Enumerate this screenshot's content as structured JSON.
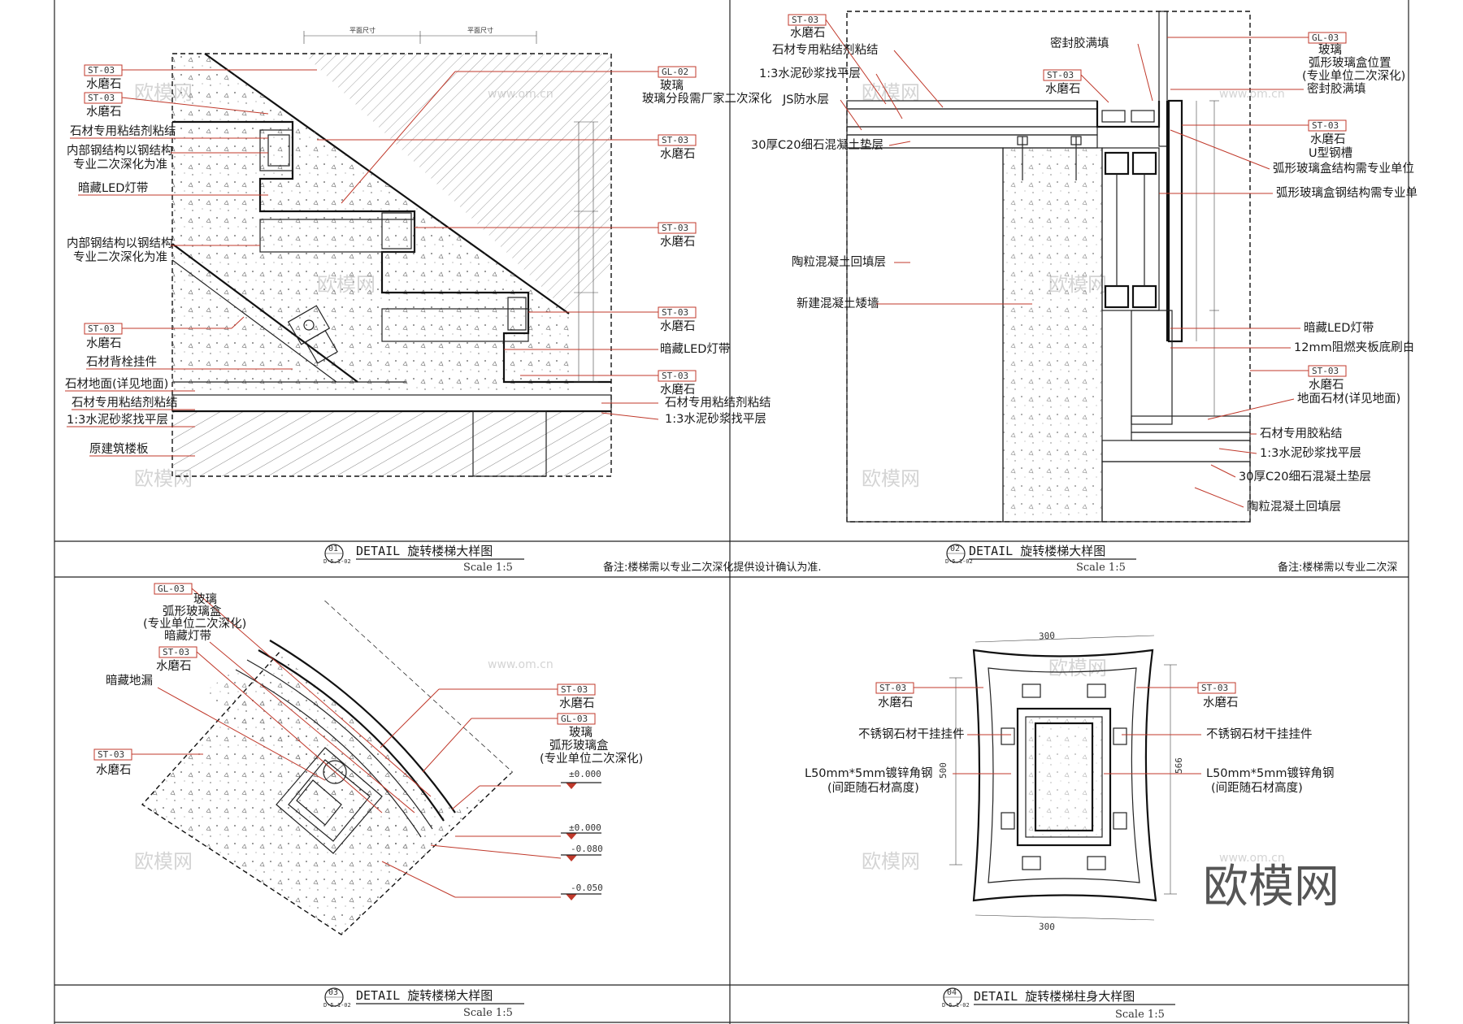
{
  "watermarks": {
    "brand": "欧模网",
    "site": "www.om.cn"
  },
  "logo_text": "欧模网",
  "panels": [
    {
      "number": "01",
      "sheet_ref": "D-5.1-02",
      "title": "DETAIL 旋转楼梯大样图",
      "scale": "Scale 1:5",
      "note": "备注:楼梯需以专业二次深化提供设计确认为准.",
      "dim_top": [
        "平面尺寸",
        "平面尺寸"
      ],
      "labels_left": [
        {
          "code": "ST-03",
          "text": "水磨石"
        },
        {
          "code": "ST-03",
          "text": "水磨石"
        },
        {
          "code": "",
          "text": "石材专用粘结剂粘结"
        },
        {
          "code": "",
          "text": "内部钢结构以钢结构"
        },
        {
          "code": "",
          "text": "专业二次深化为准"
        },
        {
          "code": "",
          "text": "暗藏LED灯带"
        },
        {
          "code": "",
          "text": "内部钢结构以钢结构"
        },
        {
          "code": "",
          "text": "专业二次深化为准"
        },
        {
          "code": "ST-03",
          "text": "水磨石"
        },
        {
          "code": "",
          "text": "石材背栓挂件"
        },
        {
          "code": "",
          "text": "石材地面(详见地面)"
        },
        {
          "code": "",
          "text": "石材专用粘结剂粘结"
        },
        {
          "code": "",
          "text": "1:3水泥砂浆找平层"
        },
        {
          "code": "",
          "text": "原建筑楼板"
        }
      ],
      "labels_right": [
        {
          "code": "GL-02",
          "text": "玻璃"
        },
        {
          "code": "",
          "text": "玻璃分段需厂家二次深化"
        },
        {
          "code": "ST-03",
          "text": "水磨石"
        },
        {
          "code": "ST-03",
          "text": "水磨石"
        },
        {
          "code": "ST-03",
          "text": "水磨石"
        },
        {
          "code": "",
          "text": "暗藏LED灯带"
        },
        {
          "code": "ST-03",
          "text": "水磨石"
        },
        {
          "code": "",
          "text": "石材专用粘结剂粘结"
        },
        {
          "code": "",
          "text": "1:3水泥砂浆找平层"
        }
      ]
    },
    {
      "number": "02",
      "sheet_ref": "D-5.1-02",
      "title": "DETAIL 旋转楼梯大样图",
      "scale": "Scale 1:5",
      "note": "备注:楼梯需以专业二次深",
      "labels_left": [
        {
          "code": "ST-03",
          "text": "水磨石"
        },
        {
          "code": "",
          "text": "石材专用粘结剂粘结"
        },
        {
          "code": "",
          "text": "1:3水泥砂浆找平层"
        },
        {
          "code": "",
          "text": "JS防水层"
        },
        {
          "code": "",
          "text": "30厚C20细石混凝土垫层"
        },
        {
          "code": "",
          "text": "陶粒混凝土回填层"
        },
        {
          "code": "",
          "text": "新建混凝土矮墙"
        }
      ],
      "labels_mid": [
        {
          "code": "",
          "text": "密封胶满填"
        },
        {
          "code": "ST-03",
          "text": "水磨石"
        }
      ],
      "labels_right": [
        {
          "code": "GL-03",
          "text": "玻璃"
        },
        {
          "code": "",
          "text": "弧形玻璃盒位置"
        },
        {
          "code": "",
          "text": "(专业单位二次深化)"
        },
        {
          "code": "",
          "text": "密封胶满填"
        },
        {
          "code": "ST-03",
          "text": "水磨石"
        },
        {
          "code": "",
          "text": "U型钢槽"
        },
        {
          "code": "",
          "text": "弧形玻璃盒结构需专业单位"
        },
        {
          "code": "",
          "text": "弧形玻璃盒钢结构需专业单"
        },
        {
          "code": "",
          "text": "暗藏LED灯带"
        },
        {
          "code": "",
          "text": "12mm阻燃夹板底刷白"
        },
        {
          "code": "ST-03",
          "text": "水磨石"
        },
        {
          "code": "",
          "text": "地面石材(详见地面)"
        },
        {
          "code": "",
          "text": "石材专用胶粘结"
        },
        {
          "code": "",
          "text": "1:3水泥砂浆找平层"
        },
        {
          "code": "",
          "text": "30厚C20细石混凝土垫层"
        },
        {
          "code": "",
          "text": "陶粒混凝土回填层"
        }
      ]
    },
    {
      "number": "03",
      "sheet_ref": "D-5.1-02",
      "title": "DETAIL 旋转楼梯大样图",
      "scale": "Scale 1:5",
      "labels_left": [
        {
          "code": "GL-03",
          "text": "玻璃"
        },
        {
          "code": "",
          "text": "弧形玻璃盒"
        },
        {
          "code": "",
          "text": "(专业单位二次深化)"
        },
        {
          "code": "",
          "text": "暗藏灯带"
        },
        {
          "code": "ST-03",
          "text": "水磨石"
        },
        {
          "code": "",
          "text": "暗藏地漏"
        },
        {
          "code": "ST-03",
          "text": "水磨石"
        }
      ],
      "labels_right": [
        {
          "code": "ST-03",
          "text": "水磨石"
        },
        {
          "code": "GL-03",
          "text": "玻璃"
        },
        {
          "code": "",
          "text": "弧形玻璃盒"
        },
        {
          "code": "",
          "text": "(专业单位二次深化)"
        }
      ],
      "levels": [
        "±0.000",
        "±0.000",
        "-0.080",
        "-0.050"
      ]
    },
    {
      "number": "04",
      "sheet_ref": "D-5.1-02",
      "title": "DETAIL 旋转楼梯柱身大样图",
      "scale": "Scale 1:5",
      "dims": {
        "top": "300",
        "bottom": "300",
        "left": "500",
        "right": "566"
      },
      "labels_left": [
        {
          "code": "ST-03",
          "text": "水磨石"
        },
        {
          "code": "",
          "text": "不锈钢石材干挂挂件"
        },
        {
          "code": "",
          "text": "L50mm*5mm镀锌角钢"
        },
        {
          "code": "",
          "text": "(间距随石材高度)"
        }
      ],
      "labels_right": [
        {
          "code": "ST-03",
          "text": "水磨石"
        },
        {
          "code": "",
          "text": "不锈钢石材干挂挂件"
        },
        {
          "code": "",
          "text": "L50mm*5mm镀锌角钢"
        },
        {
          "code": "",
          "text": "(间距随石材高度)"
        }
      ]
    }
  ],
  "colors": {
    "leader": "#c0392b",
    "line": "#222222",
    "hatch": "#555555",
    "watermark": "#d4d4d4"
  }
}
